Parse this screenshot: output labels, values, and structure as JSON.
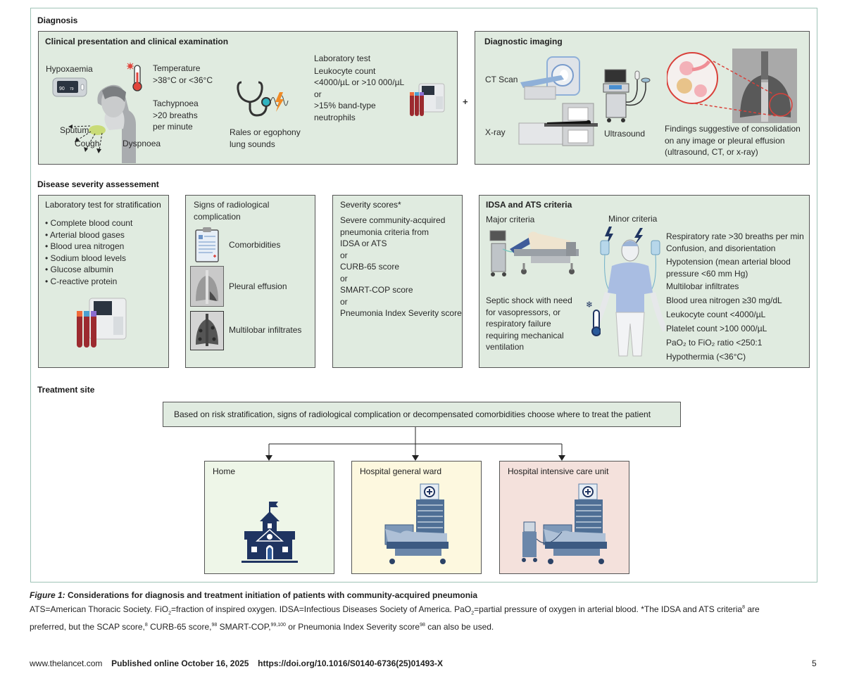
{
  "diagnosis": {
    "section_title": "Diagnosis",
    "clinical": {
      "title": "Clinical presentation and clinical examination",
      "hypoxaemia": "Hypoxaemia",
      "oximeter_readout": [
        "90",
        "79"
      ],
      "temperature": [
        "Temperature",
        ">38°C or <36°C"
      ],
      "tachypnoea": [
        "Tachypnoea",
        ">20 breaths",
        "per minute"
      ],
      "sputum": "Sputum",
      "cough": "Cough",
      "dyspnoea": "Dyspnoea",
      "rales": [
        "Rales or egophony",
        "lung sounds"
      ],
      "lab_test": [
        "Laboratory test",
        "Leukocyte count",
        "<4000/µL or >10 000/µL",
        "or",
        ">15% band-type",
        "neutrophils"
      ]
    },
    "plus_sign": "+",
    "imaging": {
      "title": "Diagnostic imaging",
      "ct": "CT Scan",
      "xray": "X-ray",
      "ultrasound": "Ultrasound",
      "findings": [
        "Findings suggestive of consolidation",
        "on any image or pleural effusion",
        "(ultrasound, CT, or x-ray)"
      ]
    }
  },
  "severity": {
    "section_title": "Disease severity assessement",
    "lab_strat": {
      "title": "Laboratory test for stratification",
      "items": [
        "Complete blood count",
        "Arterial blood gases",
        "Blood urea nitrogen",
        "Sodium blood levels",
        "Glucose albumin",
        "C-reactive protein"
      ]
    },
    "radiological": {
      "title": [
        "Signs of radiological",
        "complication"
      ],
      "items": [
        "Comorbidities",
        "Pleural effusion",
        "Multilobar infiltrates"
      ]
    },
    "scores": {
      "title": "Severity scores*",
      "lines": [
        "Severe community-acquired",
        "pneumonia criteria from",
        "IDSA or ATS",
        "or",
        "CURB-65 score",
        "or",
        "SMART-COP score",
        "or",
        "Pneumonia Index Severity score"
      ]
    },
    "idsa_ats": {
      "title": "IDSA and ATS criteria",
      "major_label": "Major criteria",
      "minor_label": "Minor criteria",
      "major_text": [
        "Septic shock with need",
        "for vasopressors, or",
        "respiratory failure",
        "requiring mechanical",
        "ventilation"
      ],
      "minor_items": [
        "Respiratory rate >30 breaths per min",
        "Confusion, and disorientation",
        "Hypotension (mean arterial blood",
        "pressure <60 mm Hg)",
        "Multilobar infiltrates",
        "Blood urea nitrogen ≥30 mg/dL",
        "Leukocyte count <4000/µL",
        "Platelet count >100 000/µL",
        "PaO₂ to FiO₂ ratio <250:1",
        "Hypothermia (<36°C)"
      ]
    }
  },
  "treatment": {
    "section_title": "Treatment site",
    "decision_text": "Based on risk stratification, signs of radiological complication or decompensated comorbidities choose where to treat the patient",
    "sites": [
      {
        "label": "Home",
        "color": "#eef6e8"
      },
      {
        "label": "Hospital general ward",
        "color": "#fdf8df"
      },
      {
        "label": "Hospital intensive care unit",
        "color": "#f4e1dc"
      }
    ]
  },
  "caption": {
    "fig_label": "Figure 1:",
    "fig_title": " Considerations for diagnosis and treatment initiation of patients with community-acquired pneumonia",
    "line1_a": "ATS=American Thoracic Society. FiO",
    "line1_b": "=fraction of inspired oxygen. IDSA=Infectious Diseases Society of America. PaO",
    "line1_c": "=partial pressure of oxygen in arterial blood. *The IDSA and ATS criteria",
    "line1_d": " are",
    "line2_a": "preferred, but the SCAP score,",
    "line2_b": " CURB-65 score,",
    "line2_c": " SMART-COP,",
    "line2_d": " or Pneumonia Index Severity score",
    "line2_e": " can also be used.",
    "sub2": "2",
    "ref8": "8",
    "ref98": "98",
    "ref99_100": "99,100"
  },
  "footer": {
    "site": "www.thelancet.com",
    "published": "Published online October 16, 2025",
    "doi": "https://doi.org/10.1016/S0140-6736(25)01493-X",
    "page": "5"
  },
  "colors": {
    "box_fill": "#e0ebe0",
    "frame_border": "#9fc3b7",
    "icon_navy": "#1f3461",
    "icon_blue": "#5b7fa8",
    "accent_red": "#d9403a",
    "accent_orange": "#f08a24"
  }
}
